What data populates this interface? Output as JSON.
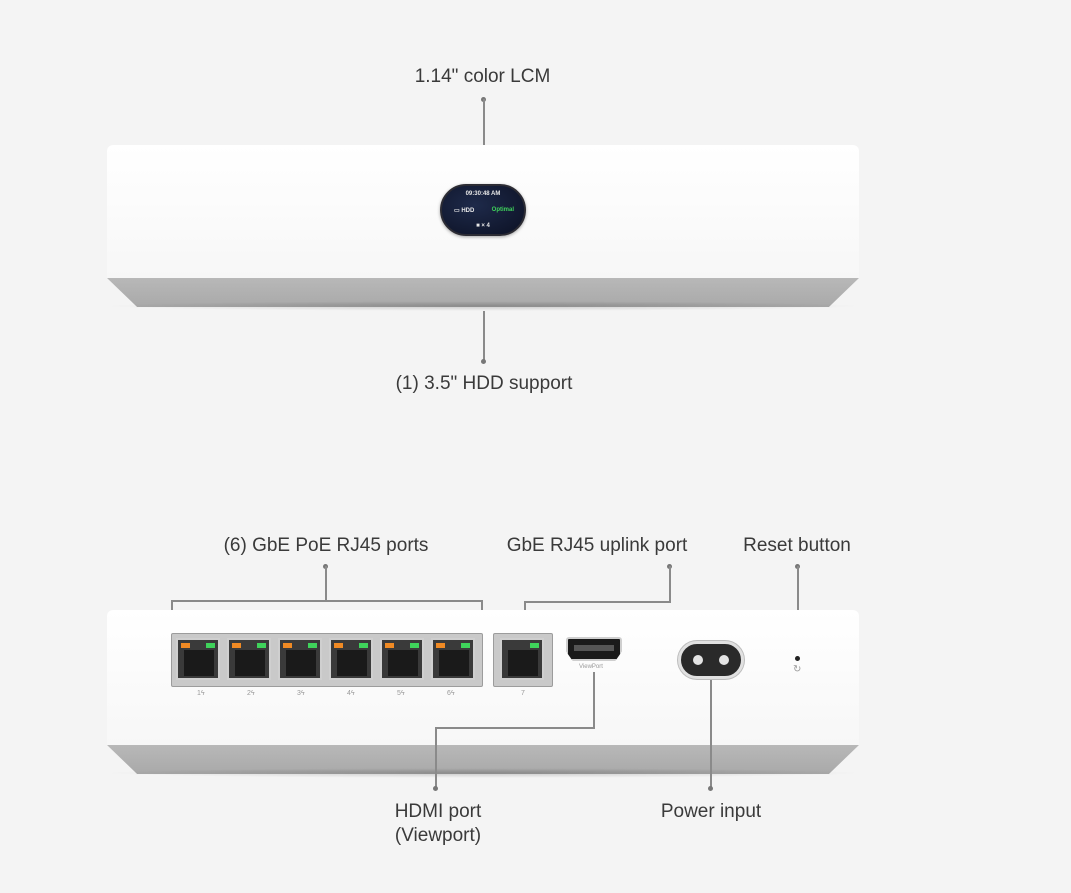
{
  "labels": {
    "lcm": "1.14\" color LCM",
    "hdd": "(1) 3.5\" HDD support",
    "poe_ports": "(6) GbE PoE RJ45 ports",
    "uplink": "GbE RJ45 uplink port",
    "reset": "Reset button",
    "hdmi_line1": "HDMI port",
    "hdmi_line2": "(Viewport)",
    "power": "Power input"
  },
  "lcm_screen": {
    "time": "09:30:48 AM",
    "hdd_label": "HDD",
    "status": "Optimal",
    "count": "× 4"
  },
  "ports": {
    "poe_numbers": [
      "1",
      "2",
      "3",
      "4",
      "5",
      "6"
    ],
    "uplink_number": "7",
    "hdmi_caption": "ViewPort"
  },
  "colors": {
    "led_orange": "#f08a24",
    "led_green": "#3fd35b",
    "status_green": "#3fd35b"
  }
}
